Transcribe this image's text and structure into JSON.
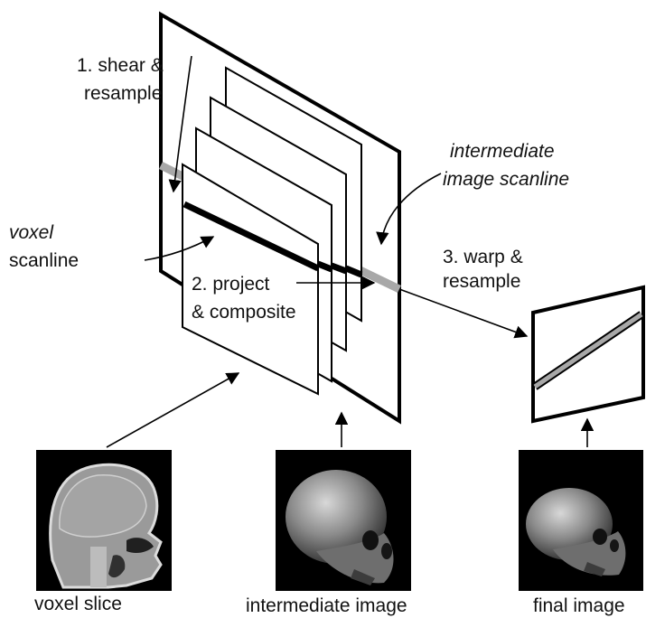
{
  "steps": {
    "step1_line1": "1. shear &",
    "step1_line2": "resample",
    "step2_line1": "2. project",
    "step2_line2": "& composite",
    "step3_line1": "3. warp &",
    "step3_line2": "resample"
  },
  "labels": {
    "intermediate_line1": "intermediate",
    "intermediate_line2": "image scanline",
    "voxel_line1": "voxel",
    "voxel_line2": "scanline"
  },
  "captions": {
    "voxel_slice": "voxel slice",
    "intermediate_image": "intermediate image",
    "final_image": "final image"
  },
  "colors": {
    "scanline_gray": "#a8a8a8",
    "voxel_scanline": "#000000",
    "thumbnail_bg": "#000000"
  }
}
